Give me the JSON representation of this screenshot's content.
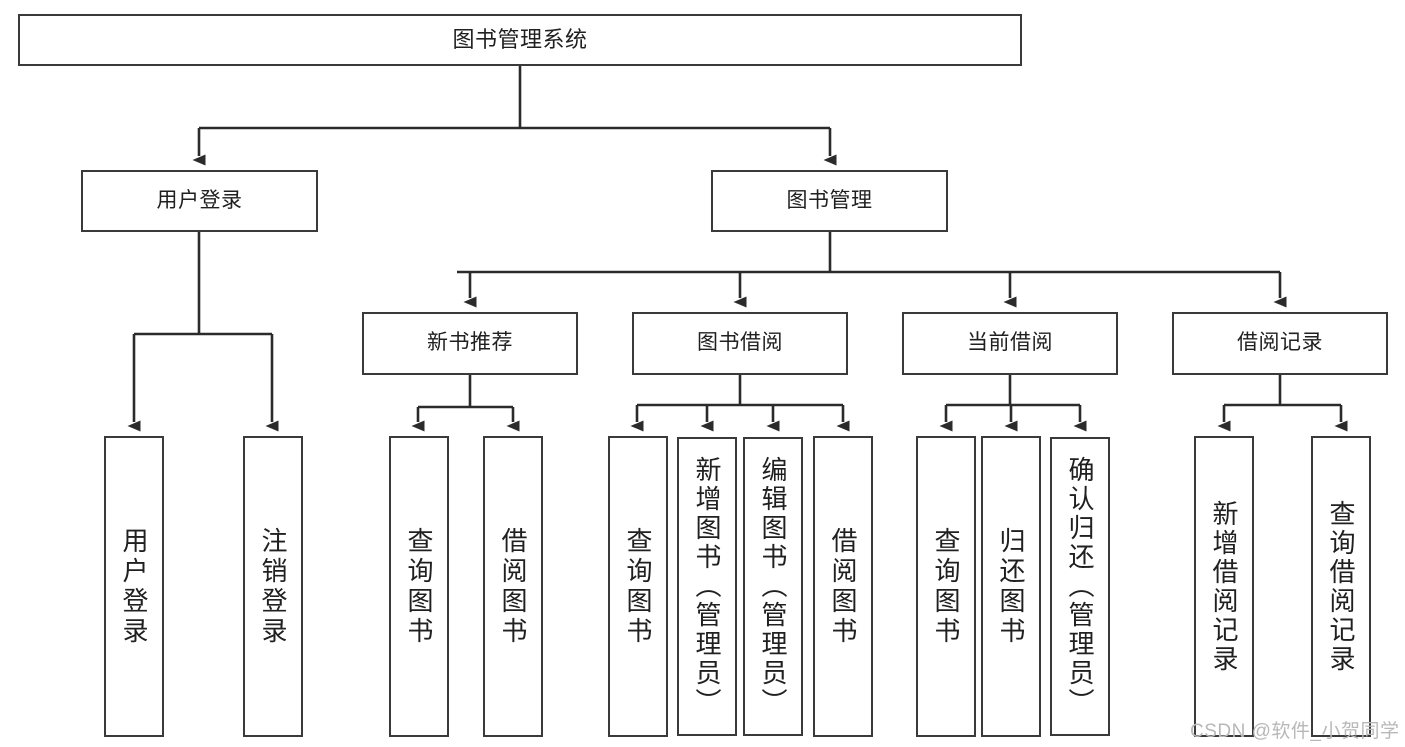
{
  "diagram": {
    "title": "图书管理系统",
    "type": "tree-hierarchy",
    "colors": {
      "box_border": "#3a3a3a",
      "box_fill": "#ffffff",
      "edge": "#2b2b2b",
      "text": "#202020",
      "watermark": "#b8b8b8",
      "background": "#ffffff"
    },
    "nodes": {
      "root": {
        "label": "图书管理系统"
      },
      "level2": [
        {
          "label": "用户登录"
        },
        {
          "label": "图书管理"
        }
      ],
      "level3": [
        {
          "label": "新书推荐"
        },
        {
          "label": "图书借阅"
        },
        {
          "label": "当前借阅"
        },
        {
          "label": "借阅记录"
        }
      ],
      "leaves": {
        "user_login": [
          {
            "label": "用户登录"
          },
          {
            "label": "注销登录"
          }
        ],
        "new_book_recommend": [
          {
            "label": "查询图书"
          },
          {
            "label": "借阅图书"
          }
        ],
        "book_borrow": [
          {
            "label": "查询图书"
          },
          {
            "label": "新增图书（管理员）"
          },
          {
            "label": "编辑图书（管理员）"
          },
          {
            "label": "借阅图书"
          }
        ],
        "current_borrow": [
          {
            "label": "查询图书"
          },
          {
            "label": "归还图书"
          },
          {
            "label": "确认归还（管理员）"
          }
        ],
        "borrow_record": [
          {
            "label": "新增借阅记录"
          },
          {
            "label": "查询借阅记录"
          }
        ]
      }
    },
    "watermark": "CSDN @软件_小贺同学"
  }
}
